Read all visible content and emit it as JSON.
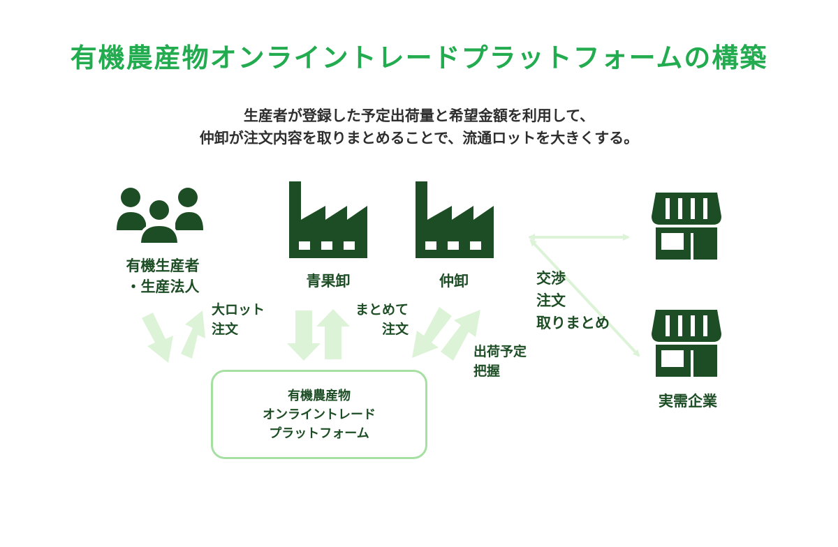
{
  "title": "有機農産物オンライントレードプラットフォームの構築",
  "subtitle": {
    "line1": "生産者が登録した予定出荷量と希望金額を利用して、",
    "line2": "仲卸が注文内容を取りまとめることで、流通ロットを大きくする。"
  },
  "nodes": {
    "producers": {
      "line1": "有機生産者",
      "line2": "・生産法人",
      "icon": "people-group-icon"
    },
    "wholesaler": {
      "label": "青果卸",
      "icon": "factory-icon"
    },
    "intermediate": {
      "label": "仲卸",
      "icon": "factory-icon"
    },
    "companies": {
      "label": "実需企業",
      "icon": "storefront-icon"
    }
  },
  "flows": {
    "producers_platform": {
      "line1": "大ロット",
      "line2": "注文"
    },
    "wholesaler_platform": {
      "line1": "まとめて",
      "line2": "注文"
    },
    "intermediate_platform": {
      "line1": "出荷予定",
      "line2": "把握"
    },
    "intermediate_companies": {
      "line1": "交渉",
      "line2": "注文",
      "line3": "取りまとめ"
    }
  },
  "platform": {
    "line1": "有機農産物",
    "line2": "オンライントレード",
    "line3": "プラットフォーム"
  },
  "colors": {
    "title": "#22ab4f",
    "icon": "#1d4d24",
    "arrow": "#dcf3d7",
    "box_border": "#a6dfa2"
  }
}
